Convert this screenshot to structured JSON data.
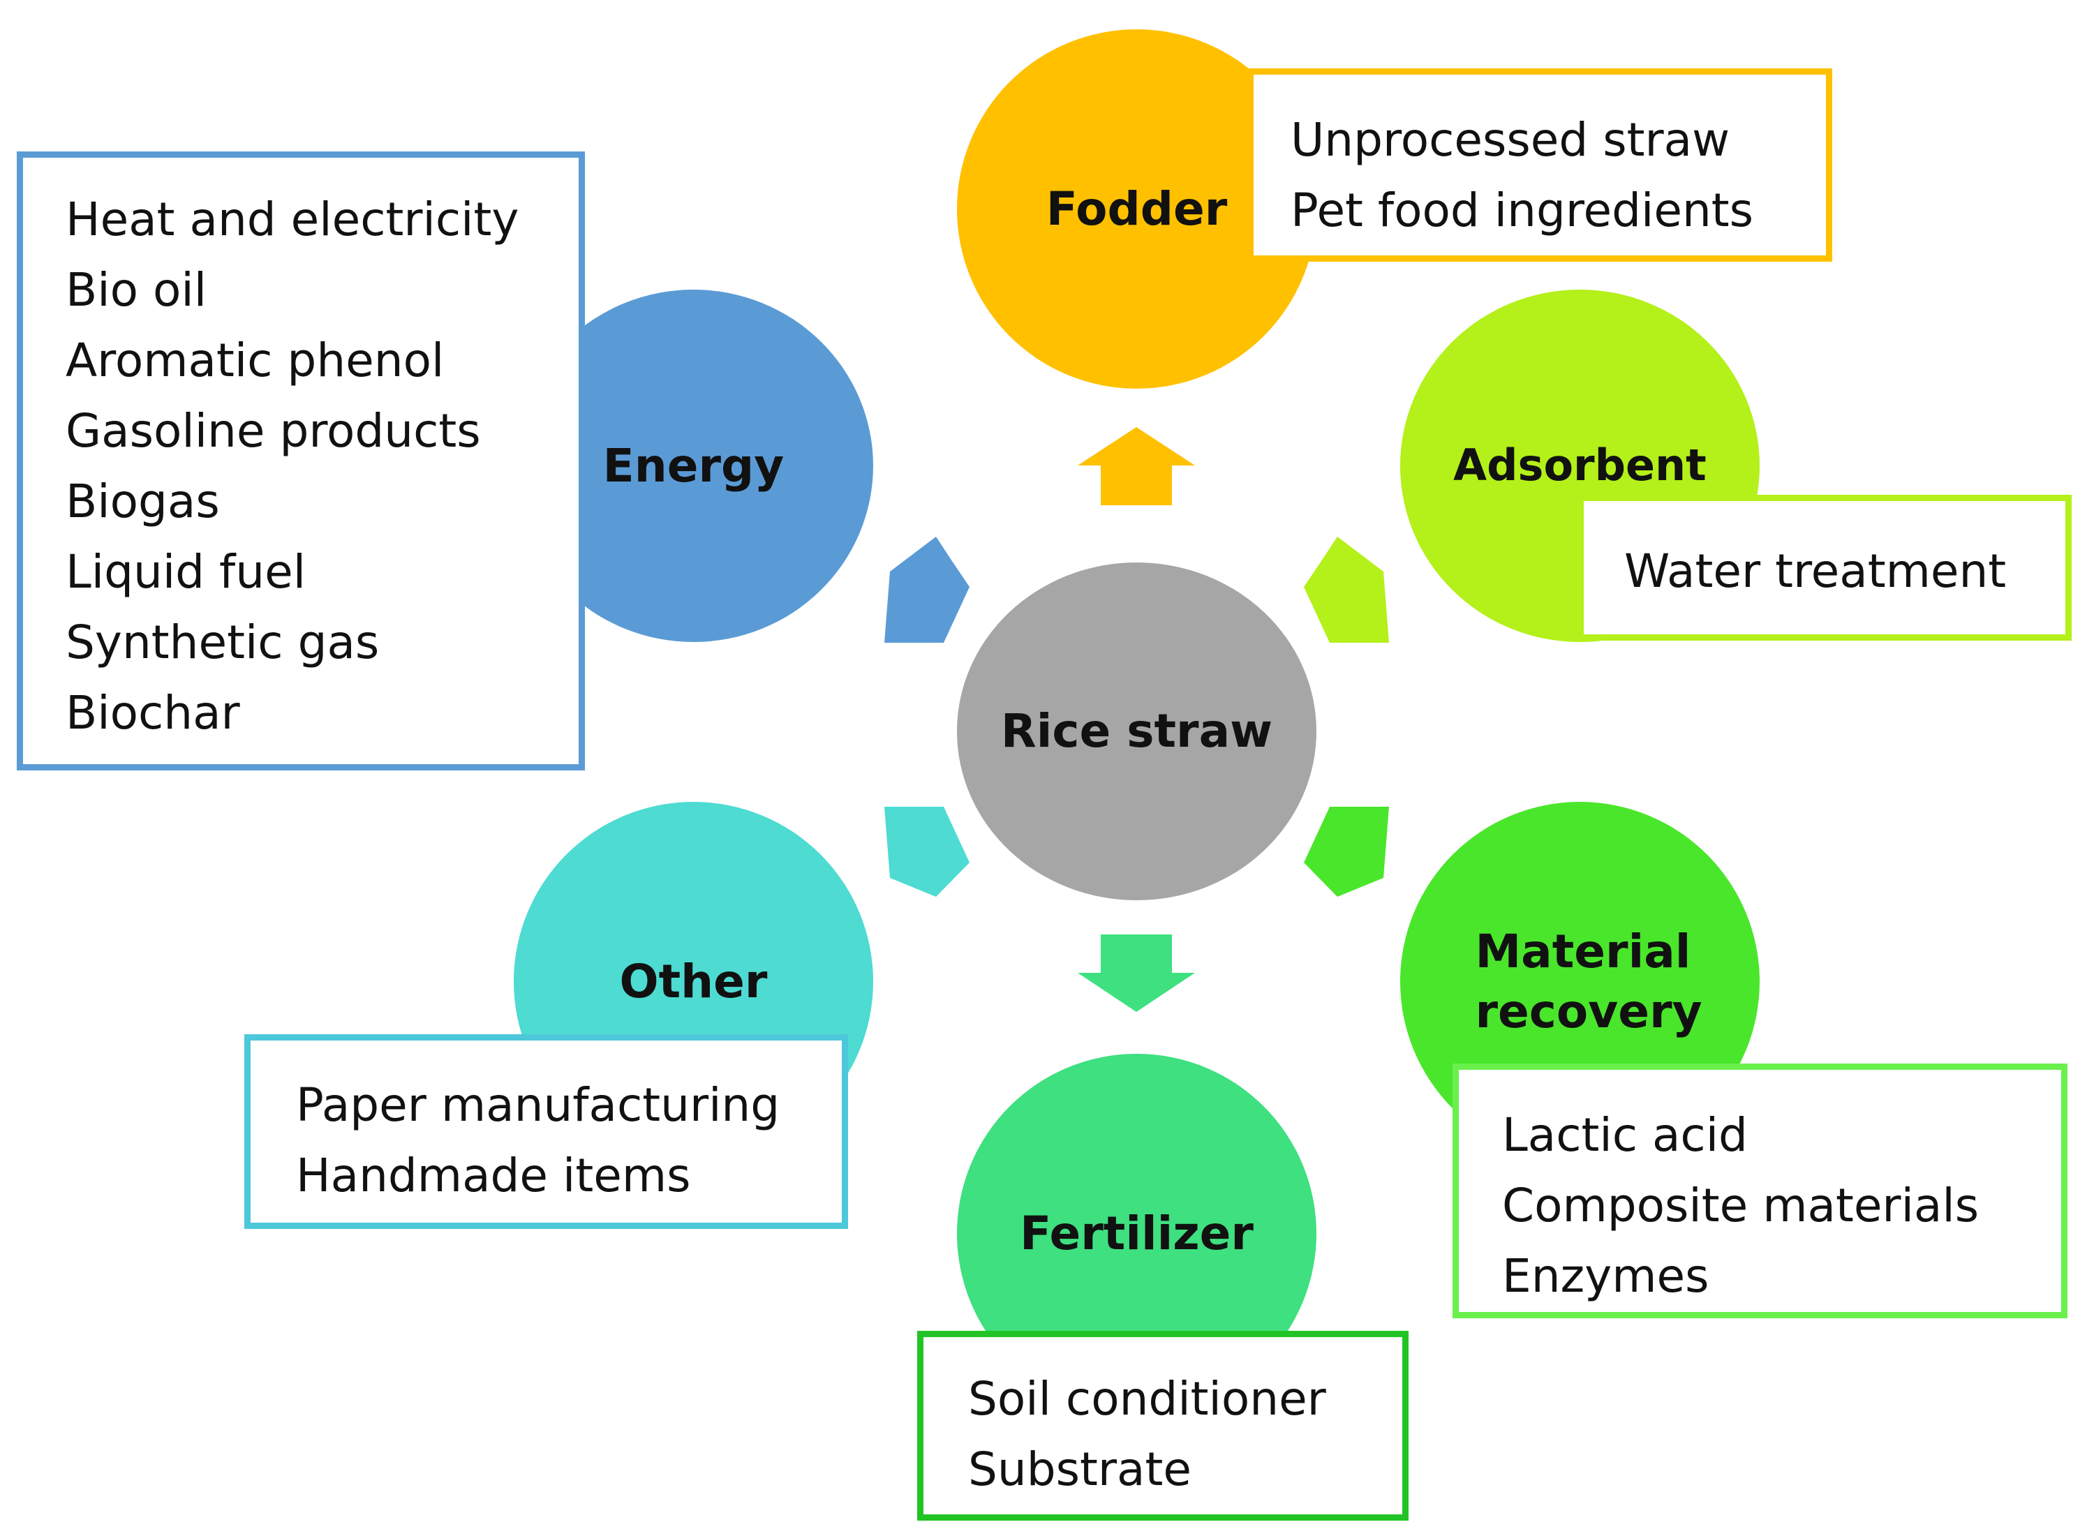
{
  "center": {
    "label": "Rice straw",
    "color": "#a6a6a6"
  },
  "categories": {
    "fodder": {
      "label": "Fodder",
      "color": "#ffc000",
      "items": [
        "Unprocessed straw",
        "Pet food ingredients"
      ]
    },
    "energy": {
      "label": "Energy",
      "color": "#5b9bd5",
      "items": [
        "Heat and electricity",
        "Bio oil",
        "Aromatic phenol",
        "Gasoline products",
        "Biogas",
        "Liquid fuel",
        "Synthetic gas",
        "Biochar"
      ]
    },
    "adsorbent": {
      "label": "Adsorbent",
      "color": "#b4f019",
      "items": [
        "Water treatment"
      ]
    },
    "other": {
      "label": "Other",
      "color": "#4ddbd2",
      "items": [
        "Paper manufacturing",
        "Handmade items"
      ]
    },
    "material": {
      "label": "Material recovery",
      "color": "#4ae62b",
      "items": [
        "Lactic acid",
        "Composite materials",
        "Enzymes"
      ]
    },
    "fertilizer": {
      "label": "Fertilizer",
      "color": "#3ee080",
      "items": [
        "Soil conditioner",
        "Substrate"
      ]
    }
  },
  "arrow_colors": {
    "fodder": "#ffc000",
    "energy": "#5b9bd5",
    "adsorbent": "#b4f019",
    "other": "#4ddbd2",
    "material": "#4ae62b",
    "fertilizer": "#3ee080"
  }
}
